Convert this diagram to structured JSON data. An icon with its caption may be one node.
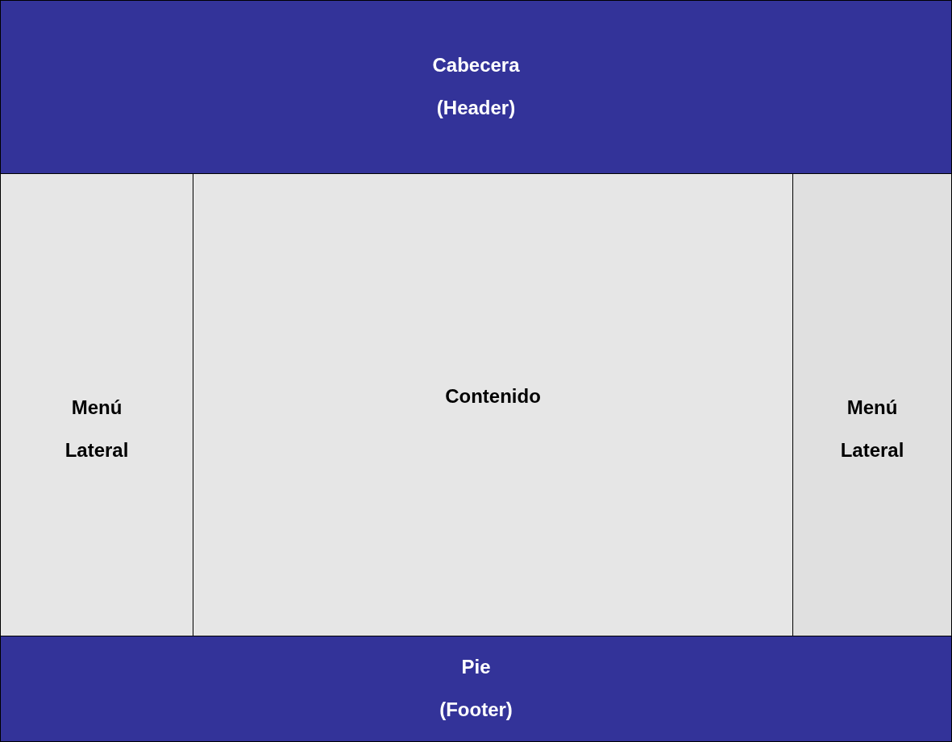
{
  "diagram": {
    "nodes": [
      {
        "text": [
          "Cabecera (Header)"
        ]
      },
      {
        "text": [
          "Menú Lateral"
        ]
      },
      {
        "text": [
          "Contenido"
        ]
      },
      {
        "text": [
          "Menú Lateral"
        ]
      },
      {
        "text": [
          "Pie (Footer)"
        ]
      }
    ]
  }
}
